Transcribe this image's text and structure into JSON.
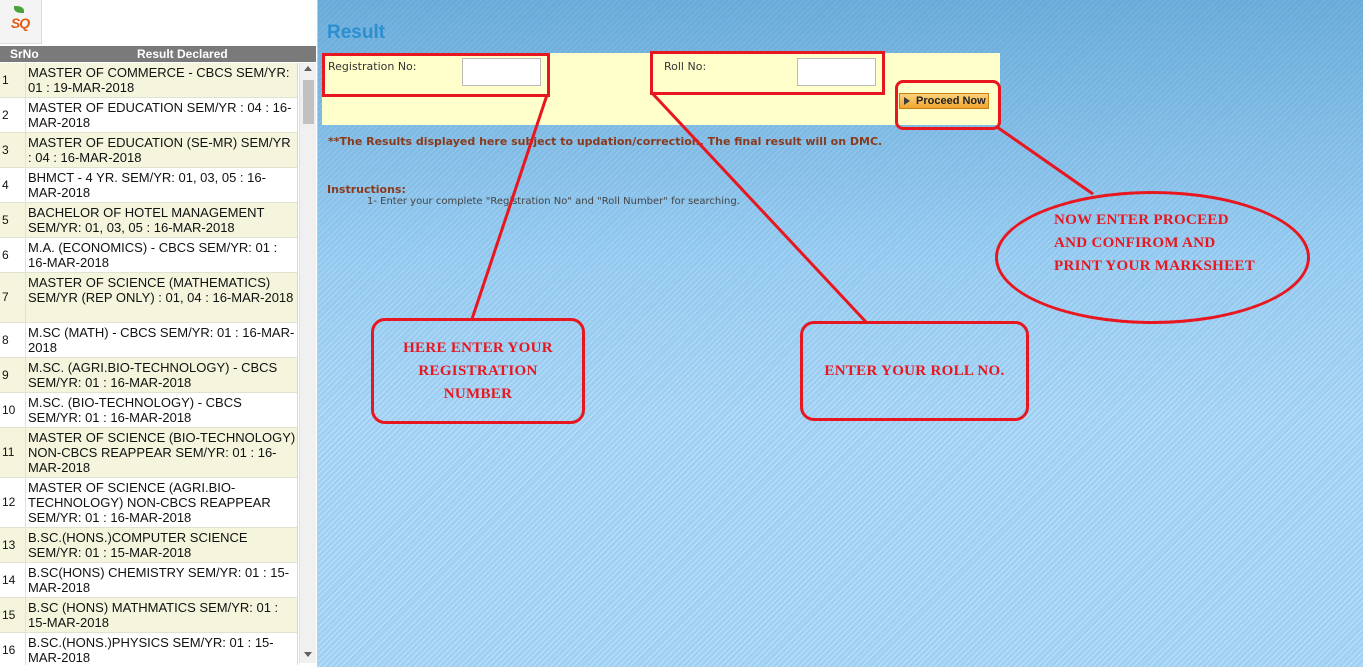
{
  "logo": {
    "text": "SQ"
  },
  "list": {
    "header": {
      "srno": "SrNo",
      "result": "Result Declared"
    },
    "items": [
      {
        "sr": "1",
        "text": "MASTER OF COMMERCE - CBCS SEM/YR: 01 : 19-MAR-2018"
      },
      {
        "sr": "2",
        "text": "MASTER OF EDUCATION SEM/YR : 04 : 16-MAR-2018"
      },
      {
        "sr": "3",
        "text": "MASTER OF EDUCATION (SE-MR) SEM/YR : 04 : 16-MAR-2018"
      },
      {
        "sr": "4",
        "text": "BHMCT - 4 YR. SEM/YR: 01, 03, 05 : 16-MAR-2018"
      },
      {
        "sr": "5",
        "text": "BACHELOR OF HOTEL MANAGEMENT SEM/YR: 01, 03, 05 : 16-MAR-2018"
      },
      {
        "sr": "6",
        "text": "M.A. (ECONOMICS) - CBCS SEM/YR: 01 : 16-MAR-2018"
      },
      {
        "sr": "7",
        "text": "MASTER OF SCIENCE (MATHEMATICS) SEM/YR (REP ONLY) : 01, 04 : 16-MAR-2018"
      },
      {
        "sr": "8",
        "text": "M.SC (MATH) - CBCS SEM/YR: 01 : 16-MAR-2018"
      },
      {
        "sr": "9",
        "text": "M.SC. (AGRI.BIO-TECHNOLOGY) - CBCS SEM/YR: 01 : 16-MAR-2018"
      },
      {
        "sr": "10",
        "text": "M.SC. (BIO-TECHNOLOGY) - CBCS SEM/YR: 01 : 16-MAR-2018"
      },
      {
        "sr": "11",
        "text": "MASTER OF SCIENCE (BIO-TECHNOLOGY) NON-CBCS REAPPEAR SEM/YR: 01 : 16-MAR-2018"
      },
      {
        "sr": "12",
        "text": "MASTER OF SCIENCE (AGRI.BIO-TECHNOLOGY) NON-CBCS REAPPEAR SEM/YR: 01 : 16-MAR-2018"
      },
      {
        "sr": "13",
        "text": "B.SC.(HONS.)COMPUTER SCIENCE SEM/YR: 01 : 15-MAR-2018"
      },
      {
        "sr": "14",
        "text": "B.SC(HONS) CHEMISTRY SEM/YR: 01 : 15-MAR-2018"
      },
      {
        "sr": "15",
        "text": "B.SC (HONS) MATHMATICS SEM/YR: 01 : 15-MAR-2018"
      },
      {
        "sr": "16",
        "text": "B.SC.(HONS.)PHYSICS SEM/YR: 01 : 15-MAR-2018"
      }
    ]
  },
  "main": {
    "title": "Result",
    "form": {
      "registration_label": "Registration No:",
      "registration_value": "",
      "roll_label": "Roll No:",
      "roll_value": "",
      "proceed_label": "Proceed Now"
    },
    "note": "**The Results displayed here subject to updation/correction. The final result will on DMC.",
    "instructions_title": "Instructions:",
    "instructions": [
      "1- Enter your complete \"Registration No\" and \"Roll Number\" for searching."
    ]
  },
  "annotations": {
    "registration_callout": "HERE ENTER YOUR REGISTRATION NUMBER",
    "roll_callout": "ENTER YOUR ROLL NO.",
    "proceed_callout": "NOW ENTER PROCEED AND CONFIROM AND PRINT YOUR MARKSHEET"
  },
  "colors": {
    "annotation_red": "#e8171f",
    "title_blue": "#2b8fd0",
    "form_panel": "#ffffcc",
    "note_text": "#8a3a1a"
  }
}
